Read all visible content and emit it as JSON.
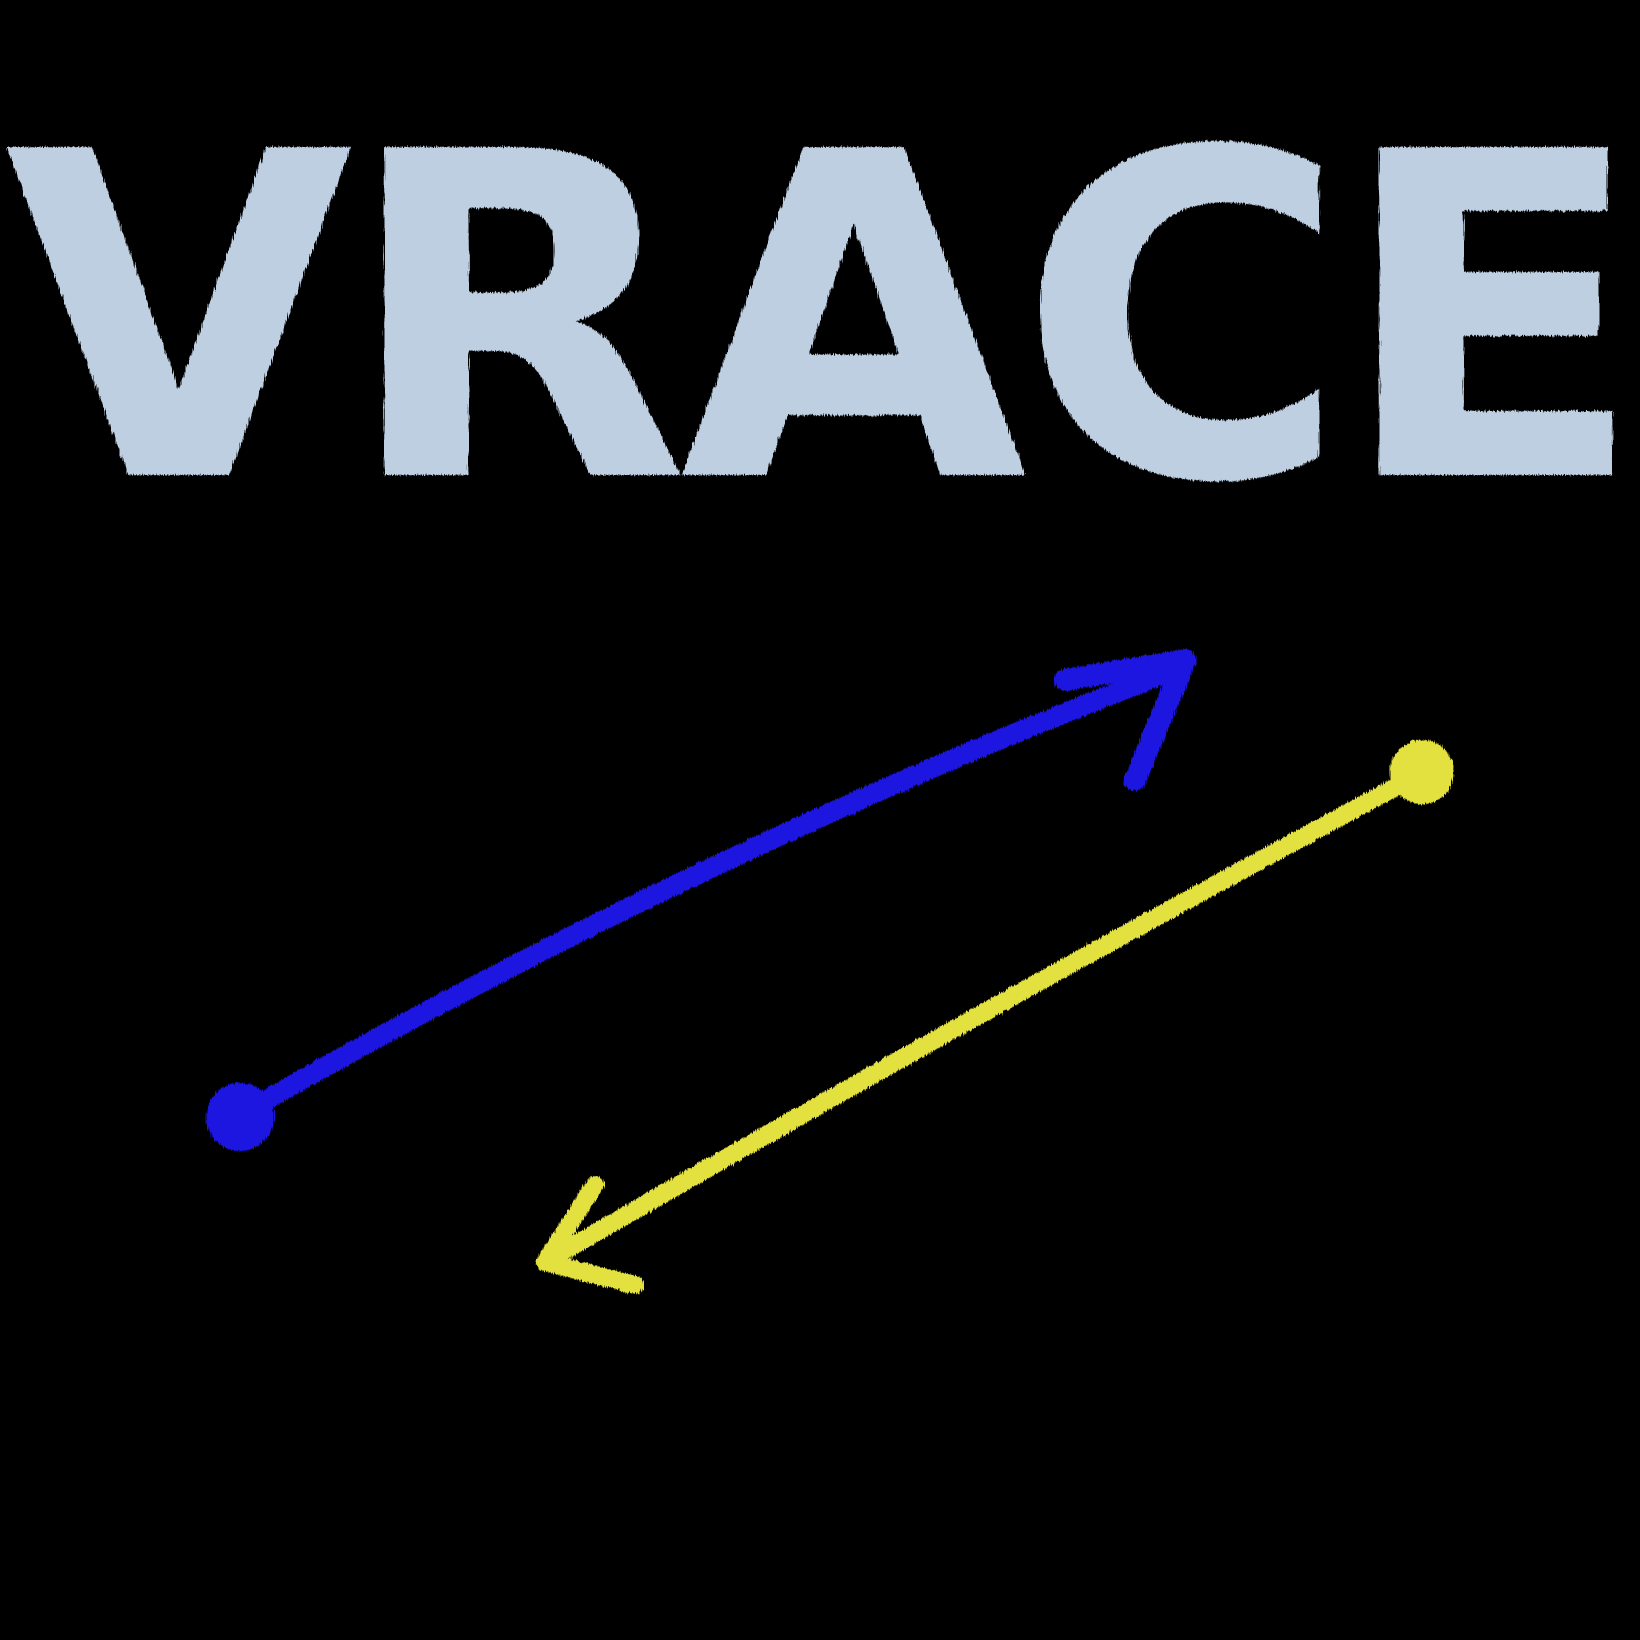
{
  "title": {
    "text": "VRACE",
    "color": "#C9DBEF"
  },
  "arrows": [
    {
      "name": "blue",
      "color": "#1E17E0",
      "direction": "up-right"
    },
    {
      "name": "yellow",
      "color": "#E3E13F",
      "direction": "down-left"
    }
  ],
  "background": "#000000"
}
